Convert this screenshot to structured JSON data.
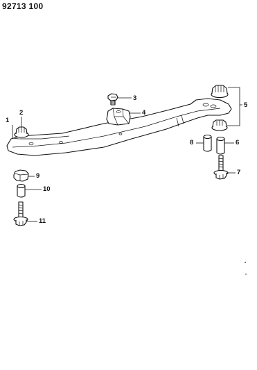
{
  "document": {
    "id": "92713 100"
  },
  "callouts": [
    {
      "number": "1"
    },
    {
      "number": "2"
    },
    {
      "number": "3"
    },
    {
      "number": "4"
    },
    {
      "number": "5"
    },
    {
      "number": "6"
    },
    {
      "number": "7"
    },
    {
      "number": "8"
    },
    {
      "number": "9"
    },
    {
      "number": "10"
    },
    {
      "number": "11"
    }
  ],
  "parts": [
    {
      "name": "crossmember"
    },
    {
      "name": "insulator-rear-left"
    },
    {
      "name": "bolt-upper"
    },
    {
      "name": "bracket"
    },
    {
      "name": "insulator-set-front"
    },
    {
      "name": "spacer-right"
    },
    {
      "name": "bolt-right"
    },
    {
      "name": "spacer-left"
    },
    {
      "name": "insulator-lower-left"
    },
    {
      "name": "spacer-lower-left"
    },
    {
      "name": "bolt-lower-left"
    }
  ],
  "colors": {
    "ink": "#111111",
    "background": "#ffffff"
  }
}
